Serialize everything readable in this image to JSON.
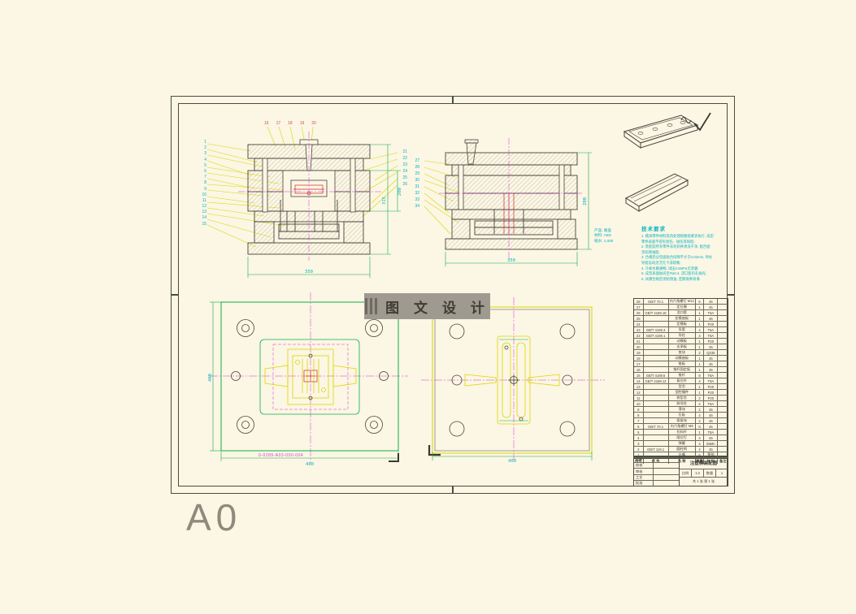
{
  "sheet": {
    "size_label": "A0"
  },
  "colors": {
    "background": "#fcf6e4",
    "line": "#45453c",
    "green": "#0ab04a",
    "yellow": "#d8d800",
    "cyan": "#00b4c0",
    "magenta": "#d633d6",
    "red": "#cc2a2a"
  },
  "watermark": {
    "text": "图 文 设 计"
  },
  "product_info": {
    "lines": [
      "产品: 端盖",
      "材料: ABS",
      "缩水: 1.005"
    ]
  },
  "notes": {
    "title": "技术要求",
    "lines": [
      "1. 模具零件材料及热处理按图纸要求执行, 成型",
      "    零件表面不得有划伤、碰伤等缺陷;",
      "2. 装配前所有零件去毛刺并清洗干净, 配合面",
      "    涂润滑油脂;",
      "3. 合模后分型面贴合间隙不大于0.02mm, 导柱",
      "    导套运动灵活无卡滞现象;",
      "4. 冷却水路通畅, 试压0.5MPa无渗漏;",
      "5. 成型表面抛光至Ra0.4, 浇口套内孔抛光;",
      "6. 试模合格后涂防锈油, 定期保养润滑."
    ]
  },
  "views": {
    "section_a": {
      "balloons_left": [
        "1",
        "2",
        "3",
        "4",
        "5",
        "6",
        "7",
        "8",
        "9",
        "10",
        "11",
        "12",
        "13",
        "14",
        "15"
      ],
      "balloons_top": [
        "16",
        "17",
        "18",
        "19",
        "20"
      ],
      "balloons_right": [
        "21",
        "22",
        "23",
        "24",
        "25",
        "26"
      ],
      "dim_right": "315",
      "dim_right2": "200",
      "dim_bottom": "350"
    },
    "section_b": {
      "balloons_left": [
        "27",
        "28",
        "29",
        "30",
        "31",
        "32",
        "33",
        "34"
      ],
      "dim_right": "280",
      "dim_bottom": "350"
    },
    "plan_a": {
      "dim_left": "400",
      "dim_bottom": "400",
      "drawing_no": "0-0289-A03-000-004"
    },
    "plan_b": {
      "dim_bottom": "400"
    }
  },
  "bom": {
    "headers": [
      "序号",
      "代 号",
      "名 称",
      "数量",
      "材 料",
      "备注"
    ],
    "rows": [
      [
        "28",
        "GB/T 70.1",
        "内六角螺钉 M12",
        "6",
        "45",
        ""
      ],
      [
        "27",
        "",
        "定位圈",
        "1",
        "45",
        ""
      ],
      [
        "26",
        "GB/T 4169.19",
        "浇口套",
        "1",
        "T8A",
        ""
      ],
      [
        "25",
        "",
        "定模座板",
        "1",
        "45",
        ""
      ],
      [
        "24",
        "",
        "定模板",
        "1",
        "P20",
        ""
      ],
      [
        "23",
        "GB/T 4169.3",
        "导套",
        "4",
        "T8A",
        ""
      ],
      [
        "22",
        "GB/T 4169.1",
        "导柱",
        "4",
        "T8A",
        ""
      ],
      [
        "21",
        "",
        "动模板",
        "1",
        "P20",
        ""
      ],
      [
        "20",
        "",
        "支承板",
        "1",
        "45",
        ""
      ],
      [
        "19",
        "",
        "垫块",
        "2",
        "Q235",
        ""
      ],
      [
        "18",
        "",
        "动模座板",
        "1",
        "45",
        ""
      ],
      [
        "17",
        "",
        "推板",
        "1",
        "45",
        ""
      ],
      [
        "16",
        "",
        "推杆固定板",
        "1",
        "45",
        ""
      ],
      [
        "15",
        "GB/T 4169.5",
        "推杆",
        "8",
        "T8A",
        ""
      ],
      [
        "14",
        "GB/T 4169.13",
        "复位杆",
        "4",
        "T8A",
        ""
      ],
      [
        "13",
        "",
        "型芯",
        "1",
        "P20",
        ""
      ],
      [
        "12",
        "",
        "型腔镶件",
        "1",
        "P20",
        ""
      ],
      [
        "11",
        "",
        "侧型芯",
        "2",
        "P20",
        ""
      ],
      [
        "10",
        "",
        "斜导柱",
        "2",
        "T8A",
        ""
      ],
      [
        "9",
        "",
        "滑块",
        "2",
        "45",
        ""
      ],
      [
        "8",
        "",
        "压板",
        "4",
        "45",
        ""
      ],
      [
        "7",
        "",
        "楔紧块",
        "2",
        "45",
        ""
      ],
      [
        "6",
        "GB/T 70.1",
        "内六角螺钉 M8",
        "8",
        "45",
        ""
      ],
      [
        "5",
        "",
        "拉料杆",
        "1",
        "T8A",
        ""
      ],
      [
        "4",
        "",
        "限位钉",
        "4",
        "45",
        ""
      ],
      [
        "3",
        "",
        "弹簧",
        "4",
        "65Mn",
        ""
      ],
      [
        "2",
        "GB/T 119.1",
        "圆柱销",
        "4",
        "45",
        ""
      ],
      [
        "1",
        "",
        "水嘴",
        "6",
        "黄铜",
        ""
      ]
    ]
  },
  "title_block": {
    "fields": [
      "设计",
      "校核",
      "审核",
      "工艺",
      "批准"
    ],
    "title": "注塑模装配图",
    "scale_label": "比例",
    "scale": "1:2",
    "qty_label": "数量",
    "qty": "1",
    "sheet_note": "共 1 张  第 1 张"
  }
}
